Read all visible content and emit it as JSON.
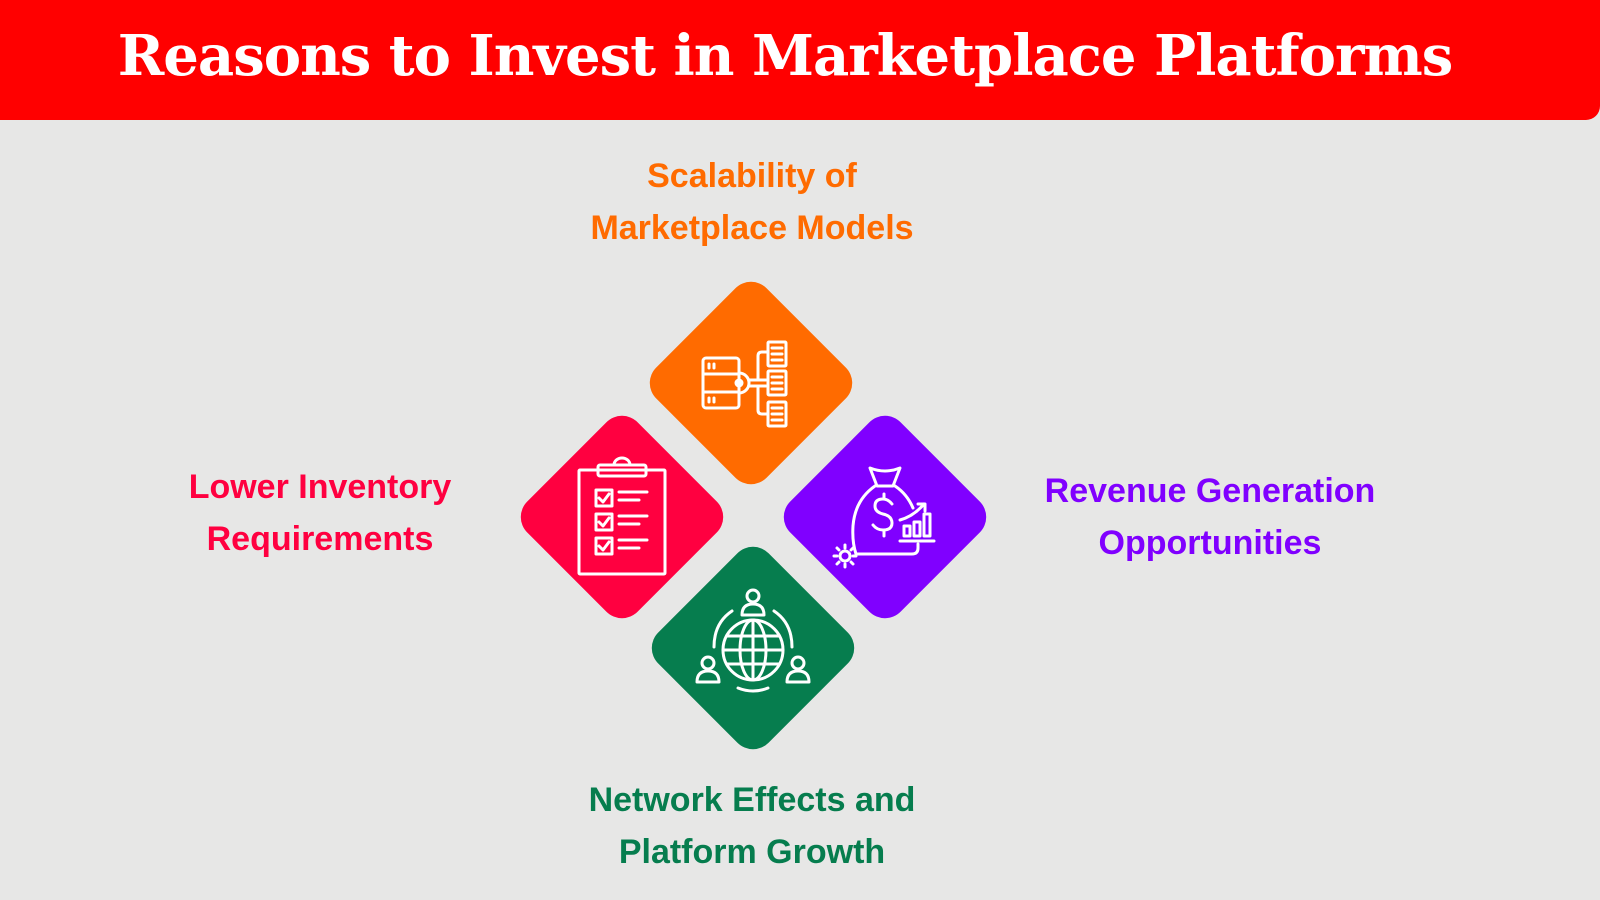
{
  "header": {
    "title": "Reasons to Invest in Marketplace Platforms",
    "background_color": "#ff0000"
  },
  "diagram": {
    "layout": "four diamonds arranged around a center",
    "items": [
      {
        "position": "top",
        "title_line1": "Scalability of",
        "title_line2": "Marketplace Models",
        "color": "#ff6b00",
        "icon": "server-network-icon"
      },
      {
        "position": "left",
        "title_line1": "Lower Inventory",
        "title_line2": "Requirements",
        "color": "#ff0040",
        "icon": "clipboard-checklist-icon"
      },
      {
        "position": "right",
        "title_line1": "Revenue Generation",
        "title_line2": "Opportunities",
        "color": "#8000ff",
        "icon": "money-bag-growth-icon"
      },
      {
        "position": "bottom",
        "title_line1": "Network Effects and",
        "title_line2": "Platform Growth",
        "color": "#067d4e",
        "icon": "global-network-people-icon"
      }
    ]
  }
}
